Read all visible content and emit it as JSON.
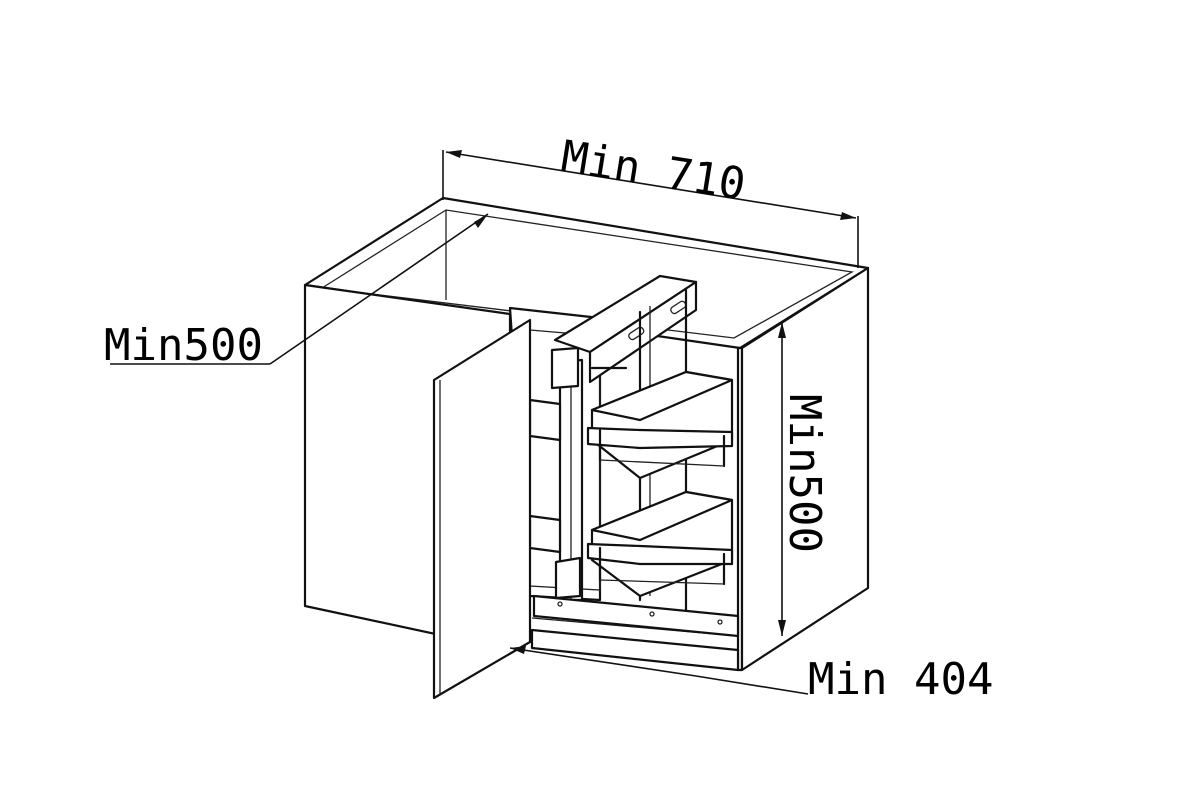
{
  "dimensions": {
    "width_label": "Min 710",
    "depth_label": "Min500",
    "height_label": "Min500",
    "opening_label": "Min 404"
  }
}
